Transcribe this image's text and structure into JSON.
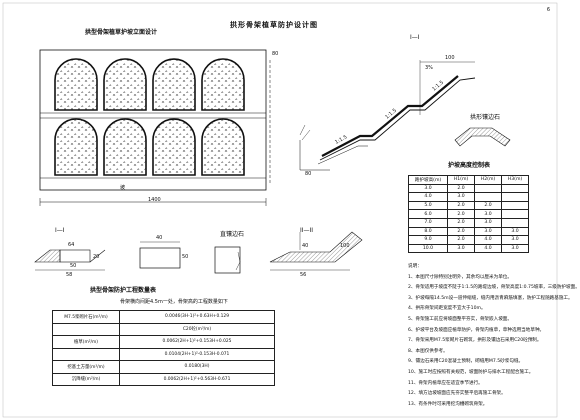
{
  "page_number": "6",
  "main_title": "拱形骨架植草防护设计图",
  "elevation": {
    "title": "拱型骨架植草护坡立面设计",
    "width_label": "1400",
    "top_dim": "80",
    "mid_label": "坡"
  },
  "section_11": {
    "title": "I—I",
    "slope_labels": [
      "1:1.5",
      "1:1.5",
      "1:1.5"
    ],
    "dims": [
      "3%",
      "100",
      "80"
    ]
  },
  "arch_top_detail": {
    "title": "拱形镶边石"
  },
  "sec_I": {
    "title": "I—I",
    "dims": [
      "64",
      "50",
      "20",
      "58"
    ]
  },
  "straight_curb": {
    "title": "直镶边石",
    "dims": [
      "40",
      "50"
    ]
  },
  "sec_II": {
    "title": "II—II",
    "dims": [
      "40",
      "100",
      "56"
    ]
  },
  "height_table": {
    "title": "护坡高度控制表",
    "headers": [
      "路护坡高(m)",
      "H1(m)",
      "H2(m)",
      "H3(m)"
    ],
    "rows": [
      [
        "3.0",
        "2.0",
        "",
        ""
      ],
      [
        "4.0",
        "3.0",
        "",
        ""
      ],
      [
        "5.0",
        "2.0",
        "2.0",
        ""
      ],
      [
        "6.0",
        "2.0",
        "3.0",
        ""
      ],
      [
        "7.0",
        "2.0",
        "3.0",
        ""
      ],
      [
        "8.0",
        "2.0",
        "3.0",
        "3.0"
      ],
      [
        "9.0",
        "2.0",
        "4.0",
        "3.0"
      ],
      [
        "10.0",
        "3.0",
        "4.0",
        "3.0"
      ]
    ]
  },
  "qty_table": {
    "title": "拱型骨架防护工程数量表",
    "subtitle": "骨架横向间距4.5m一处，骨架高的工程数量如下",
    "rows": [
      [
        "M7.5浆砌片石(m³/m)",
        "0.0046(3H-1)²+0.63H+0.129"
      ],
      [
        "",
        "C20砼(m³/m)"
      ],
      [
        "植草(m²/m)",
        "0.0062(2H+1)²+0.153H+0.025"
      ],
      [
        "",
        "0.0104(2H+1)²-0.153H-0.071"
      ],
      [
        "挖基土方量(m³/m)",
        "0.0180(3H)"
      ],
      [
        "沉降缝(m²/m)",
        "0.0062(2H+1)²+0.563H-0.671"
      ]
    ]
  },
  "notes": [
    "说明：",
    "1、本图尺寸除特别注明外，其余均以厘米为单位。",
    "2、骨架适用于坡度不陡于1:1.5的路堤边坡，骨架高度1:0.75坡率，三级防护坡面。",
    "3、护坡每隔14.5m设一道伸缩缝，缝内用沥青麻筋填塞，防护工程随路基施工。",
    "4、拱形骨架间距宽度不宜大于10m。",
    "5、骨架施工前应将坡面整平夯实，骨架嵌入坡面。",
    "6、护坡平台及坡面应植草防护，骨架内植草，草种选用当地草种。",
    "7、骨架采用M7.5浆砌片石砌筑，拱形及镶边石采用C20砼预制。",
    "8、本图仅供参考。",
    "9、镶边石采用C20混凝土预制，砌缝用M7.5砂浆勾缝。",
    "10、施工时应按照有关规范，坡面防护与排水工程配合施工。",
    "11、骨架内植草应在适宜季节进行。",
    "12、填方边坡坡面应先夯实整平后再施工骨架。",
    "13、有条件时可采用挖沟槽砌筑骨架。"
  ]
}
